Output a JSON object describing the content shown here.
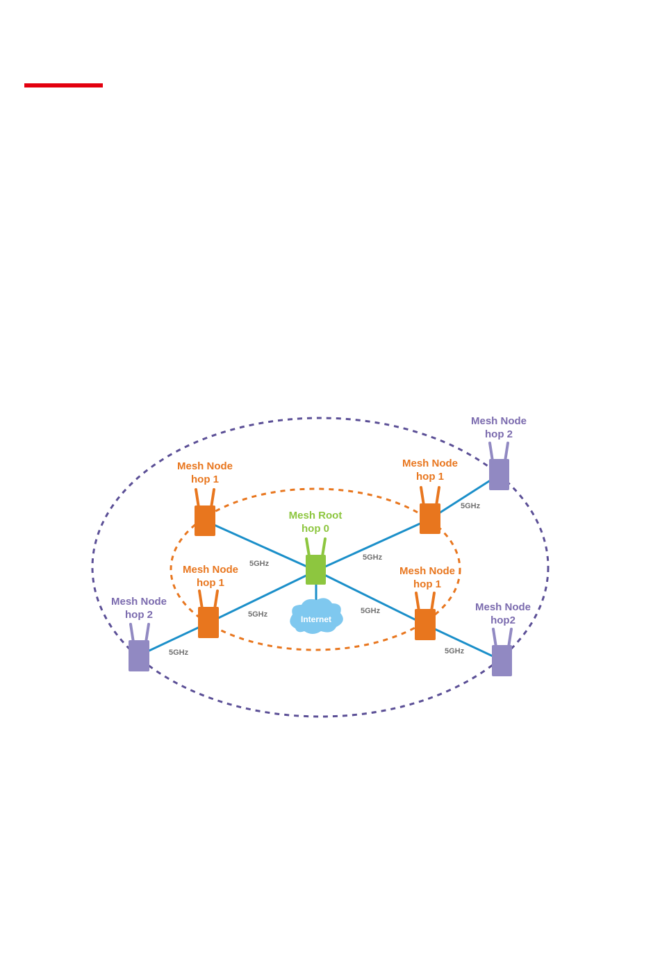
{
  "colors": {
    "accent_rule": "#e3000f",
    "hop0": "#8dc63f",
    "hop1": "#e8761e",
    "hop2": "#7b6bae",
    "hop2_fill": "#9189c2",
    "link": "#1b8fc9",
    "cloud": "#7fc8ef",
    "link_label": "#707070"
  },
  "diagram": {
    "root": {
      "title": "Mesh Root",
      "hop": "hop 0",
      "icon": "access-point-icon"
    },
    "hop1_nodes": [
      {
        "title": "Mesh Node",
        "hop": "hop 1"
      },
      {
        "title": "Mesh Node",
        "hop": "hop 1"
      },
      {
        "title": "Mesh Node",
        "hop": "hop 1"
      },
      {
        "title": "Mesh Node",
        "hop": "hop 1"
      }
    ],
    "hop2_nodes": [
      {
        "title": "Mesh Node",
        "hop": "hop 2"
      },
      {
        "title": "Mesh Node",
        "hop": "hop 2"
      },
      {
        "title": "Mesh Node",
        "hop": "hop2"
      }
    ],
    "internet": {
      "label": "Internet",
      "icon": "cloud-icon"
    },
    "links": [
      {
        "from": "root",
        "to": "hop1-top-left",
        "label": "5GHz"
      },
      {
        "from": "root",
        "to": "hop1-top-right",
        "label": "5GHz"
      },
      {
        "from": "root",
        "to": "hop1-bottom-left",
        "label": "5GHz"
      },
      {
        "from": "root",
        "to": "hop1-bottom-right",
        "label": "5GHz"
      },
      {
        "from": "hop1-top-right",
        "to": "hop2-top-right",
        "label": "5GHz"
      },
      {
        "from": "hop1-bottom-left",
        "to": "hop2-left",
        "label": "5GHz"
      },
      {
        "from": "hop1-bottom-right",
        "to": "hop2-bottom-right",
        "label": "5GHz"
      }
    ]
  }
}
